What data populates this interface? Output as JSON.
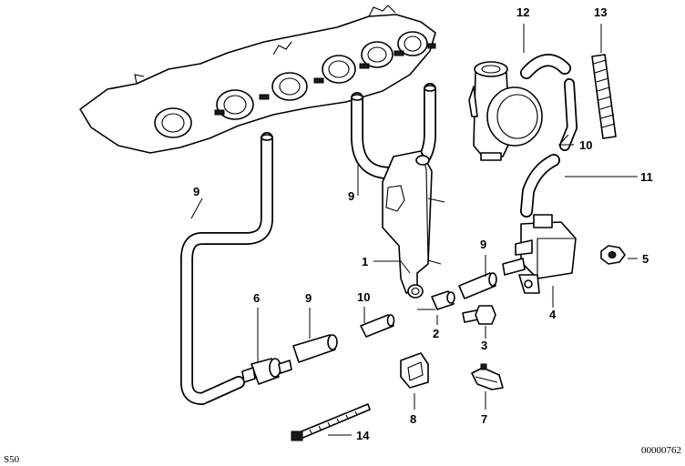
{
  "callouts": {
    "c1": "1",
    "c2": "2",
    "c3": "3",
    "c4": "4",
    "c5": "5",
    "c6": "6",
    "c7": "7",
    "c8": "8",
    "c9a": "9",
    "c9b": "9",
    "c9c": "9",
    "c9d": "9",
    "c10a": "10",
    "c10b": "10",
    "c11": "11",
    "c12": "12",
    "c13": "13",
    "c14": "14"
  },
  "footer": {
    "left_code": "S50",
    "right_code": "00000762"
  }
}
